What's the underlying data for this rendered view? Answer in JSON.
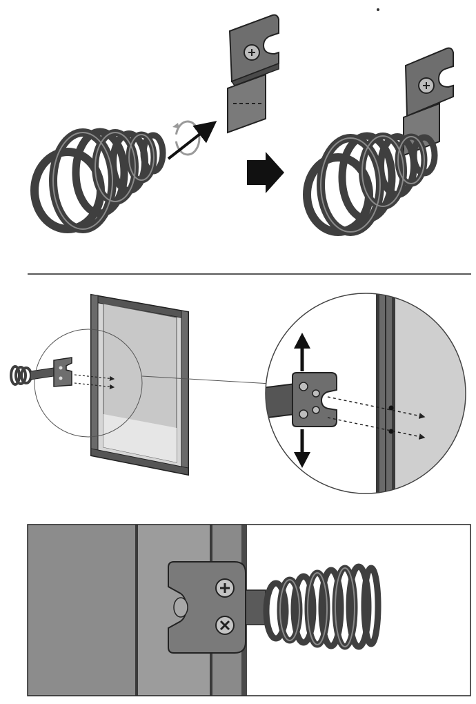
{
  "panels": [
    {
      "name": "attach-spring-to-bracket"
    },
    {
      "name": "mount-bracket-on-door-frame"
    },
    {
      "name": "installed-bracket-detail"
    }
  ],
  "colors": {
    "metal_dark": "#4a4a4a",
    "metal_mid": "#6e6e6e",
    "metal_light": "#9a9a9a",
    "glass": "#d6d6d6",
    "frame_gray": "#8c8c8c",
    "arrow": "#111111",
    "background": "#ffffff"
  },
  "icons": [
    "rotate-arrow-icon",
    "insert-arrow-icon",
    "next-step-arrow-icon",
    "move-up-arrow-icon",
    "move-down-arrow-icon",
    "screw-icon"
  ]
}
